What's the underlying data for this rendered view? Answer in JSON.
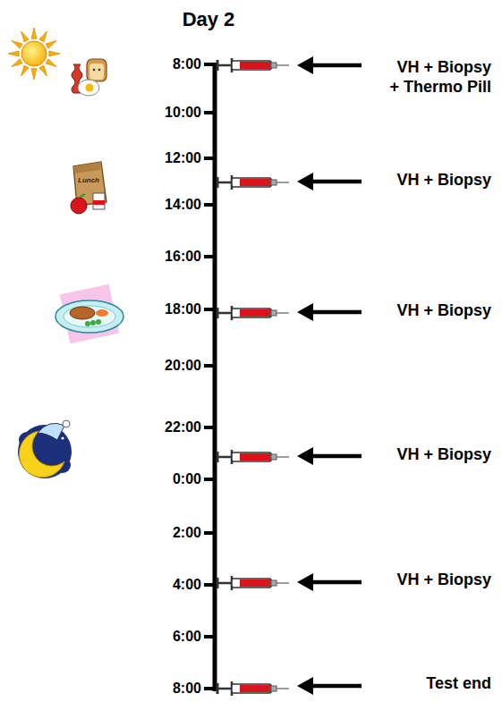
{
  "diagram": {
    "title": "Day 2",
    "labels": [
      "8:00",
      "10:00",
      "12:00",
      "14:00",
      "16:00",
      "18:00",
      "20:00",
      "22:00",
      "0:00",
      "2:00",
      "4:00",
      "6:00",
      "8:00",
      "VH + Biopsy + Thermo Pill",
      "VH + Biopsy",
      "VH + Biopsy",
      "VH + Biopsy",
      "VH + Biopsy",
      "Test end",
      "Lunch"
    ]
  }
}
